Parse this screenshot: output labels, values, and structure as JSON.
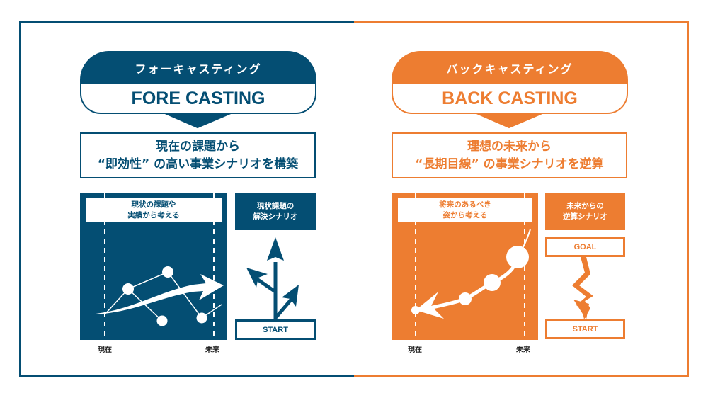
{
  "colors": {
    "forecasting": "#044e73",
    "backcasting": "#ed7d31"
  },
  "forecasting": {
    "title_jp": "フォーキャスティング",
    "title_en": "FORE CASTING",
    "subtitle_line1": "現在の課題から",
    "subtitle_line2": "“即効性” の高い事業シナリオを構築",
    "panel_label_line1": "現状の課題や",
    "panel_label_line2": "実績から考える",
    "side_label_line1": "現状課題の",
    "side_label_line2": "解決シナリオ",
    "start_label": "START",
    "axis_left": "現在",
    "axis_right": "未来"
  },
  "backcasting": {
    "title_jp": "バックキャスティング",
    "title_en": "BACK CASTING",
    "subtitle_line1": "理想の未来から",
    "subtitle_line2": "“長期目線” の事業シナリオを逆算",
    "panel_label_line1": "将来のあるべき",
    "panel_label_line2": "姿から考える",
    "side_label_line1": "未来からの",
    "side_label_line2": "逆算シナリオ",
    "goal_label": "GOAL",
    "start_label": "START",
    "axis_left": "現在",
    "axis_right": "未来"
  },
  "icons": {
    "forecast_path": "branching-arrow-icon",
    "forecast_scenario": "multi-direction-arrows-icon",
    "backcast_path": "curved-back-arrow-icon",
    "backcast_scenario": "zigzag-down-arrow-icon"
  }
}
